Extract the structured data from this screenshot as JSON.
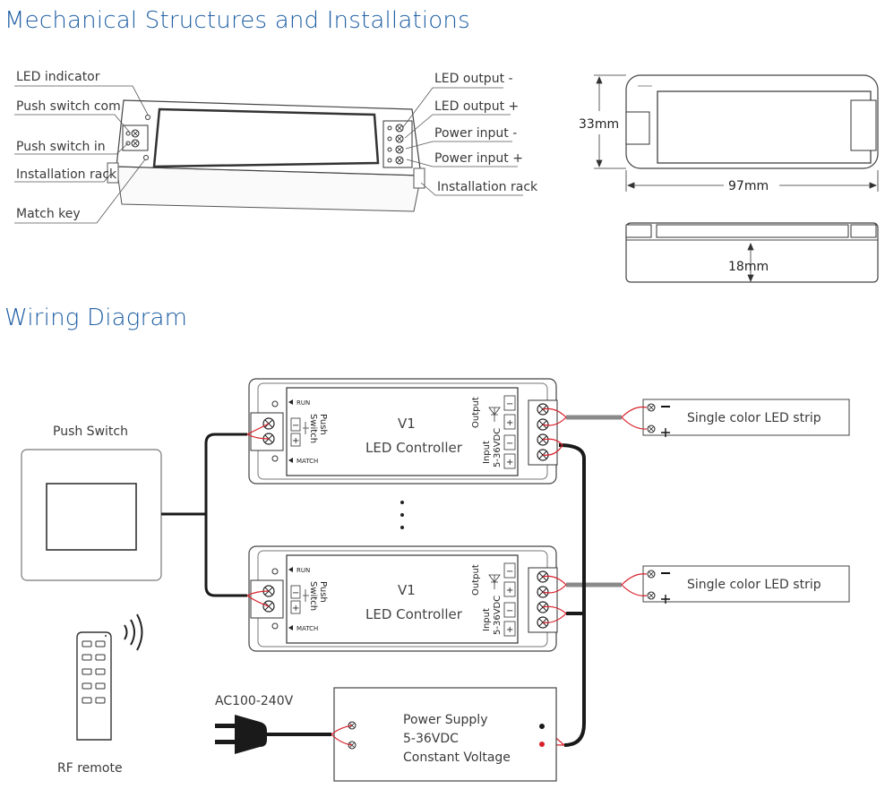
{
  "titles": {
    "mechanical": "Mechanical Structures and Installations",
    "wiring": "Wiring Diagram"
  },
  "mechanical": {
    "labels_left": [
      "LED indicator",
      "Push switch com",
      "Push switch in",
      "Installation rack",
      "Match key"
    ],
    "labels_right": [
      "LED output -",
      "LED output +",
      "Power input -",
      "Power input +",
      "Installation rack"
    ],
    "dimensions": {
      "height": "33mm",
      "width": "97mm",
      "depth": "18mm"
    }
  },
  "wiring": {
    "push_switch": "Push Switch",
    "rf_remote": "RF remote",
    "ac_label": "AC100-240V",
    "controller": {
      "model": "V1",
      "name": "LED Controller",
      "run": "RUN",
      "match": "MATCH",
      "push_switch": [
        "Push",
        "Switch"
      ],
      "output": "Output",
      "input": [
        "Input",
        "5-36VDC"
      ],
      "minus": "−",
      "plus": "+"
    },
    "led_strip": "Single color LED strip",
    "power_supply": [
      "Power Supply",
      "5-36VDC",
      "Constant Voltage"
    ],
    "colors": {
      "red": "#d9202a",
      "black": "#1a1a1a",
      "grey": "#8a8a8a",
      "title": "#1f5fa3"
    }
  }
}
